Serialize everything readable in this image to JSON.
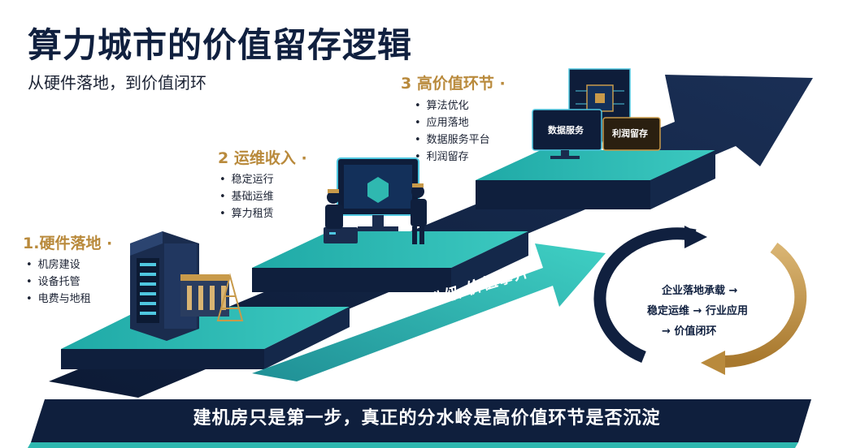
{
  "header": {
    "title": "算力城市的价值留存逻辑",
    "subtitle": "从硬件落地，到价值闭环"
  },
  "stages": [
    {
      "title": "1.硬件落地 ·",
      "items": [
        "机房建设",
        "设备托管",
        "电费与地租"
      ]
    },
    {
      "title": "2 运维收入 ·",
      "items": [
        "稳定运行",
        "基础运维",
        "算力租赁"
      ]
    },
    {
      "title": "3 高价值环节 ·",
      "items": [
        "算法优化",
        "应用落地",
        "数据服务平台",
        "利润留存"
      ]
    }
  ],
  "screens": {
    "data_service": "数据服务",
    "profit": "利润留存"
  },
  "growth_arrow": {
    "label": "能力升级  价值攀升"
  },
  "loop": {
    "line1": "企业落地承载 →",
    "line2": "稳定运维 → 行业应用",
    "line3": "→ 价值闭环"
  },
  "footer": {
    "text": "建机房只是第一步，真正的分水岭是高价值环节是否沉淀"
  },
  "colors": {
    "navy": "#10203f",
    "teal": "#27b7b0",
    "gold": "#b98a3c"
  }
}
